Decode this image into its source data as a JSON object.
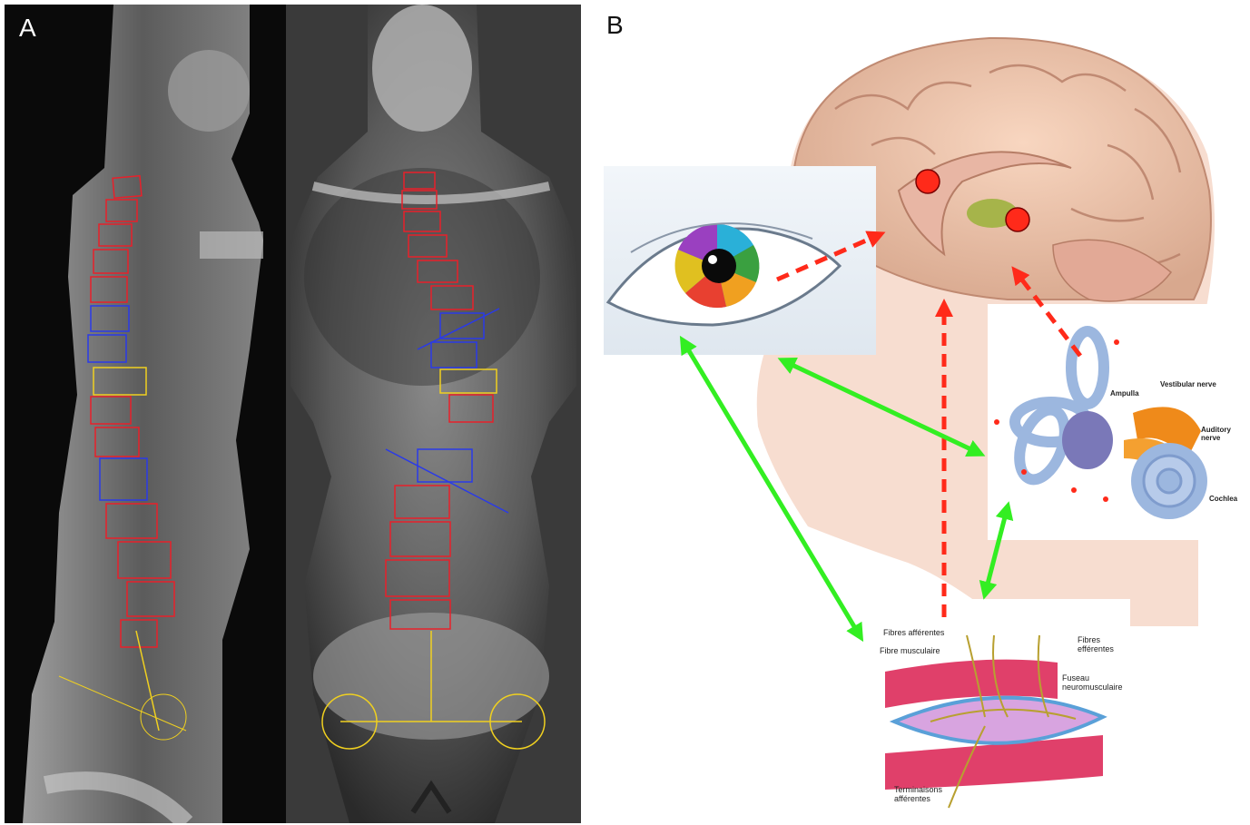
{
  "panels": {
    "a": {
      "label": "A"
    },
    "b": {
      "label": "B"
    }
  },
  "inner_ear": {
    "ampulla": "Ampulla",
    "vestibular_nerve": "Vestibular nerve",
    "auditory_nerve_line1": "Auditory",
    "auditory_nerve_line2": "nerve",
    "cochlea": "Cochlea"
  },
  "muscle_spindle": {
    "fibres_afferentes": "Fibres afférentes",
    "fibre_musculaire": "Fibre musculaire",
    "fibres_efferentes_line1": "Fibres",
    "fibres_efferentes_line2": "efférentes",
    "fuseau_line1": "Fuseau",
    "fuseau_line2": "neuromusculaire",
    "terminaisons_line1": "Terminaisons",
    "terminaisons_line2": "afférentes"
  },
  "colors": {
    "afferent_arrow": "#ff2a1a",
    "connection_arrow": "#33ee22",
    "spine_contour": "#e8202a",
    "spine_highlight_blue": "#2a3ae8",
    "spine_highlight_yellow": "#f0d020",
    "brain": "#efc3a8",
    "skin": "#f7ddd0",
    "inner_ear": "#9cb7df",
    "muscle": "#e0406a"
  }
}
